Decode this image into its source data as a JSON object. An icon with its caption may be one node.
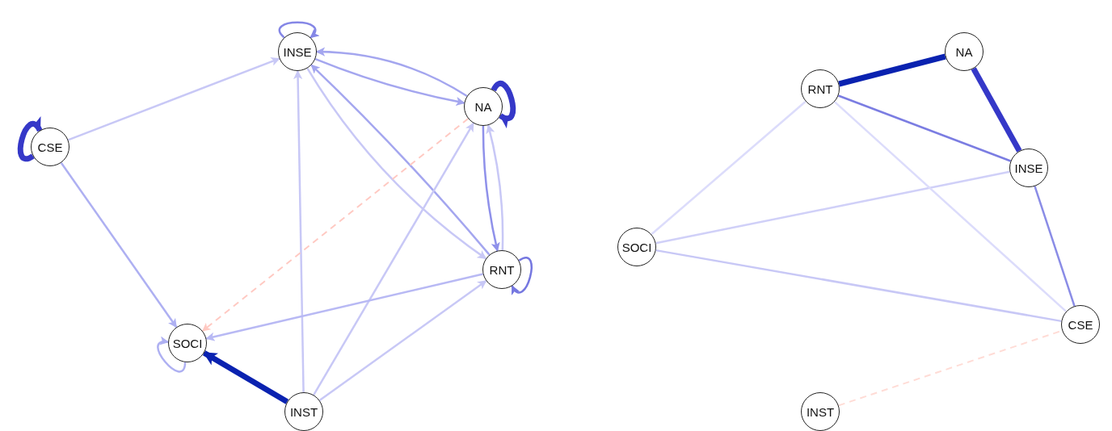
{
  "diagram": {
    "nodes": [
      {
        "text": [
          "INSE"
        ]
      },
      {
        "text": [
          "NA"
        ]
      },
      {
        "text": [
          "CSE"
        ]
      },
      {
        "text": [
          "RNT"
        ]
      },
      {
        "text": [
          "SOCI"
        ]
      },
      {
        "text": [
          "INST"
        ]
      },
      {
        "text": [
          "NA"
        ]
      },
      {
        "text": [
          "RNT"
        ]
      },
      {
        "text": [
          "INSE"
        ]
      },
      {
        "text": [
          "SOCI"
        ]
      },
      {
        "text": [
          "CSE"
        ]
      },
      {
        "text": [
          "INST"
        ]
      }
    ],
    "edges": [
      {
        "from": 0,
        "to": 0,
        "arrow": "to",
        "color": "#8587e6"
      },
      {
        "from": 1,
        "to": 1,
        "arrow": "to",
        "style": "thick",
        "color": "#3538c8"
      },
      {
        "from": 2,
        "to": 2,
        "arrow": "to",
        "style": "thick",
        "color": "#3538c8"
      },
      {
        "from": 3,
        "to": 3,
        "arrow": "to",
        "color": "#7577e0"
      },
      {
        "from": 4,
        "to": 4,
        "arrow": "to",
        "color": "#aeb0f2"
      },
      {
        "from": 2,
        "to": 0,
        "arrow": "to"
      },
      {
        "from": 2,
        "to": 4,
        "arrow": "to",
        "color": "#aeb0f2"
      },
      {
        "from": 1,
        "to": 0,
        "arrow": "to",
        "color": "#a4a6ef"
      },
      {
        "from": 0,
        "to": 1,
        "arrow": "to",
        "color": "#a4a6ef"
      },
      {
        "from": 3,
        "to": 0,
        "arrow": "to",
        "color": "#a4a6ef"
      },
      {
        "from": 0,
        "to": 3,
        "arrow": "to"
      },
      {
        "from": 1,
        "to": 3,
        "arrow": "to",
        "color": "#8f91ea"
      },
      {
        "from": 3,
        "to": 1,
        "arrow": "to"
      },
      {
        "from": 5,
        "to": 0,
        "arrow": "to"
      },
      {
        "from": 5,
        "to": 1,
        "arrow": "to"
      },
      {
        "from": 5,
        "to": 3,
        "arrow": "to"
      },
      {
        "from": 5,
        "to": 4,
        "arrow": "to",
        "style": "thick",
        "color": "#0a22b0"
      },
      {
        "from": 3,
        "to": 4,
        "arrow": "to",
        "color": "#b8b9f4"
      },
      {
        "from": 1,
        "to": 4,
        "arrow": "to",
        "style": "dashed",
        "color": "#ffc9c2"
      },
      {
        "from": 7,
        "to": 6,
        "arrow": "none",
        "style": "thick",
        "color": "#0a22b0"
      },
      {
        "from": 6,
        "to": 8,
        "arrow": "none",
        "style": "thick",
        "color": "#3538c8"
      },
      {
        "from": 7,
        "to": 8,
        "arrow": "none",
        "color": "#7b7de2"
      },
      {
        "from": 8,
        "to": 10,
        "arrow": "none",
        "color": "#8a8ce6"
      },
      {
        "from": 7,
        "to": 9,
        "arrow": "none",
        "color": "#dcdcfb"
      },
      {
        "from": 9,
        "to": 8,
        "arrow": "none",
        "color": "#d0d0f8"
      },
      {
        "from": 9,
        "to": 10,
        "arrow": "none"
      },
      {
        "from": 7,
        "to": 10,
        "arrow": "none",
        "color": "#dcdcfb"
      },
      {
        "from": 11,
        "to": 10,
        "arrow": "none",
        "style": "dashed",
        "color": "#ffdcd6"
      }
    ]
  }
}
